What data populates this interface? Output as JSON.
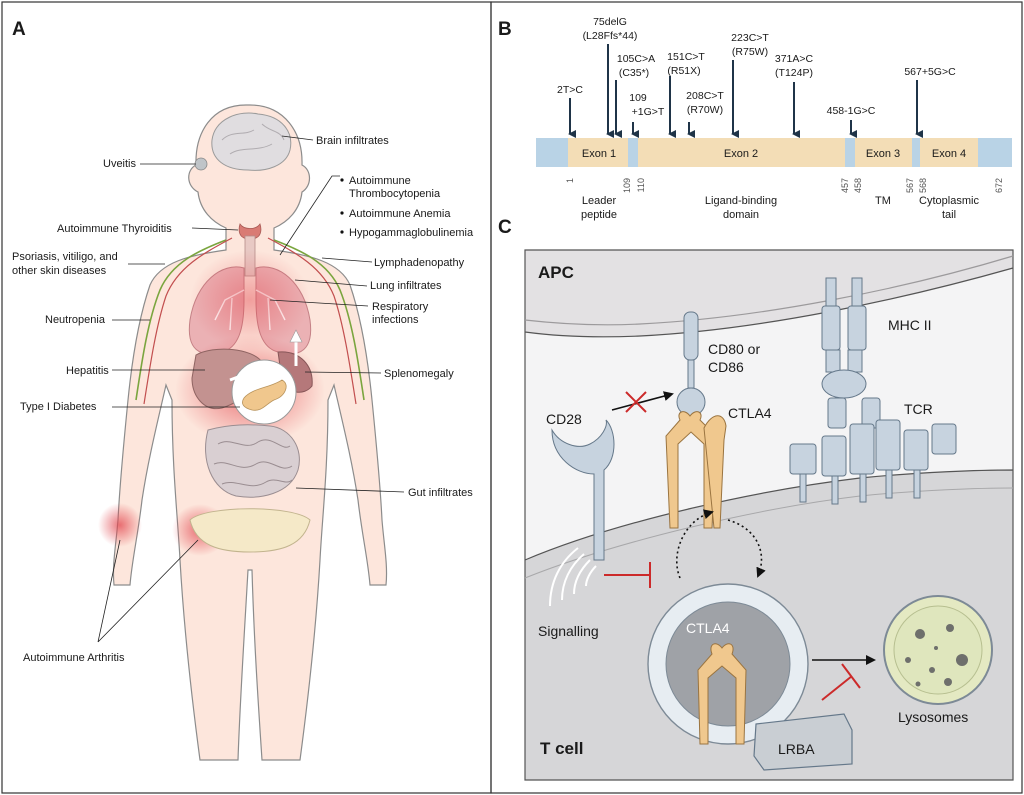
{
  "panels": {
    "a": "A",
    "b": "B",
    "c": "C"
  },
  "body_labels": {
    "uveitis": "Uveitis",
    "brain": "Brain infiltrates",
    "thrombocytopenia_1": "Autoimmune",
    "thrombocytopenia_2": "Thrombocytopenia",
    "anemia": "Autoimmune Anemia",
    "hypogamma": "Hypogammaglobulinemia",
    "thyroiditis": "Autoimmune Thyroiditis",
    "skin_1": "Psoriasis, vitiligo, and",
    "skin_2": "other skin diseases",
    "lymph": "Lymphadenopathy",
    "lung": "Lung infiltrates",
    "resp_1": "Respiratory",
    "resp_2": "infections",
    "neutropenia": "Neutropenia",
    "hepatitis": "Hepatitis",
    "spleen": "Splenomegaly",
    "diabetes": "Type I Diabetes",
    "gut": "Gut infiltrates",
    "arthritis": "Autoimmune Arthritis"
  },
  "mutations": [
    {
      "line1": "2T>C",
      "line2": ""
    },
    {
      "line1": "75delG",
      "line2": "(L28Ffs*44)"
    },
    {
      "line1": "105C>A",
      "line2": "(C35*)"
    },
    {
      "line1": "109",
      "line2": "+1G>T"
    },
    {
      "line1": "151C>T",
      "line2": "(R51X)"
    },
    {
      "line1": "208C>T",
      "line2": "(R70W)"
    },
    {
      "line1": "223C>T",
      "line2": "(R75W)"
    },
    {
      "line1": "371A>C",
      "line2": "(T124P)"
    },
    {
      "line1": "458-1G>C",
      "line2": ""
    },
    {
      "line1": "567+5G>C",
      "line2": ""
    }
  ],
  "exons": [
    "Exon 1",
    "Exon 2",
    "Exon 3",
    "Exon 4"
  ],
  "positions": [
    "1",
    "109",
    "110",
    "457",
    "458",
    "567",
    "568",
    "672"
  ],
  "domains": {
    "leader_1": "Leader",
    "leader_2": "peptide",
    "ligand_1": "Ligand-binding",
    "ligand_2": "domain",
    "tm": "TM",
    "cyto_1": "Cytoplasmic",
    "cyto_2": "tail"
  },
  "cell_labels": {
    "apc": "APC",
    "cd80_1": "CD80 or",
    "cd80_2": "CD86",
    "mhc": "MHC II",
    "cd28": "CD28",
    "ctla4": "CTLA4",
    "tcr": "TCR",
    "signalling": "Signalling",
    "ctla4_vesicle": "CTLA4",
    "lysosomes": "Lysosomes",
    "tcell": "T cell",
    "lrba": "LRBA"
  },
  "colors": {
    "exon": "#f3ddb6",
    "utr": "#b9d3e6",
    "ctla4": "#f0c88e",
    "receptor": "#c7d3df",
    "apc": "#e3e1e3",
    "tcell": "#d6d6d8",
    "lysosome": "#dfe6bd",
    "inhibit": "#cc2a2a"
  }
}
